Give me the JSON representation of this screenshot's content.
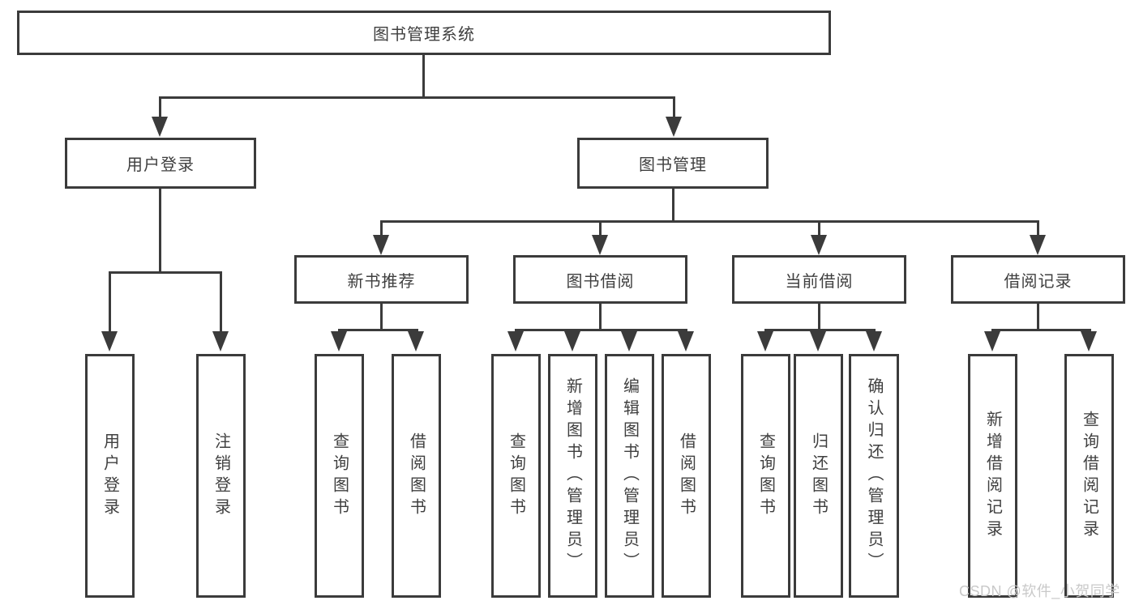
{
  "root_label": "图书管理系统",
  "branches": [
    {
      "label": "用户登录",
      "leaves": [
        "用户登录",
        "注销登录"
      ]
    },
    {
      "label": "图书管理",
      "children": [
        {
          "label": "新书推荐",
          "leaves": [
            "查询图书",
            "借阅图书"
          ]
        },
        {
          "label": "图书借阅",
          "leaves": [
            "查询图书",
            "新增图书（管理员）",
            "编辑图书（管理员）",
            "借阅图书"
          ]
        },
        {
          "label": "当前借阅",
          "leaves": [
            "查询图书",
            "归还图书",
            "确认归还（管理员）"
          ]
        },
        {
          "label": "借阅记录",
          "leaves": [
            "新增借阅记录",
            "查询借阅记录"
          ]
        }
      ]
    }
  ],
  "watermark": "CSDN @软件_小贺同学",
  "colors": {
    "line": "#3b3b3b",
    "text": "#3f3f3f",
    "background": "#ffffff",
    "watermark": "#c9c9c9"
  }
}
